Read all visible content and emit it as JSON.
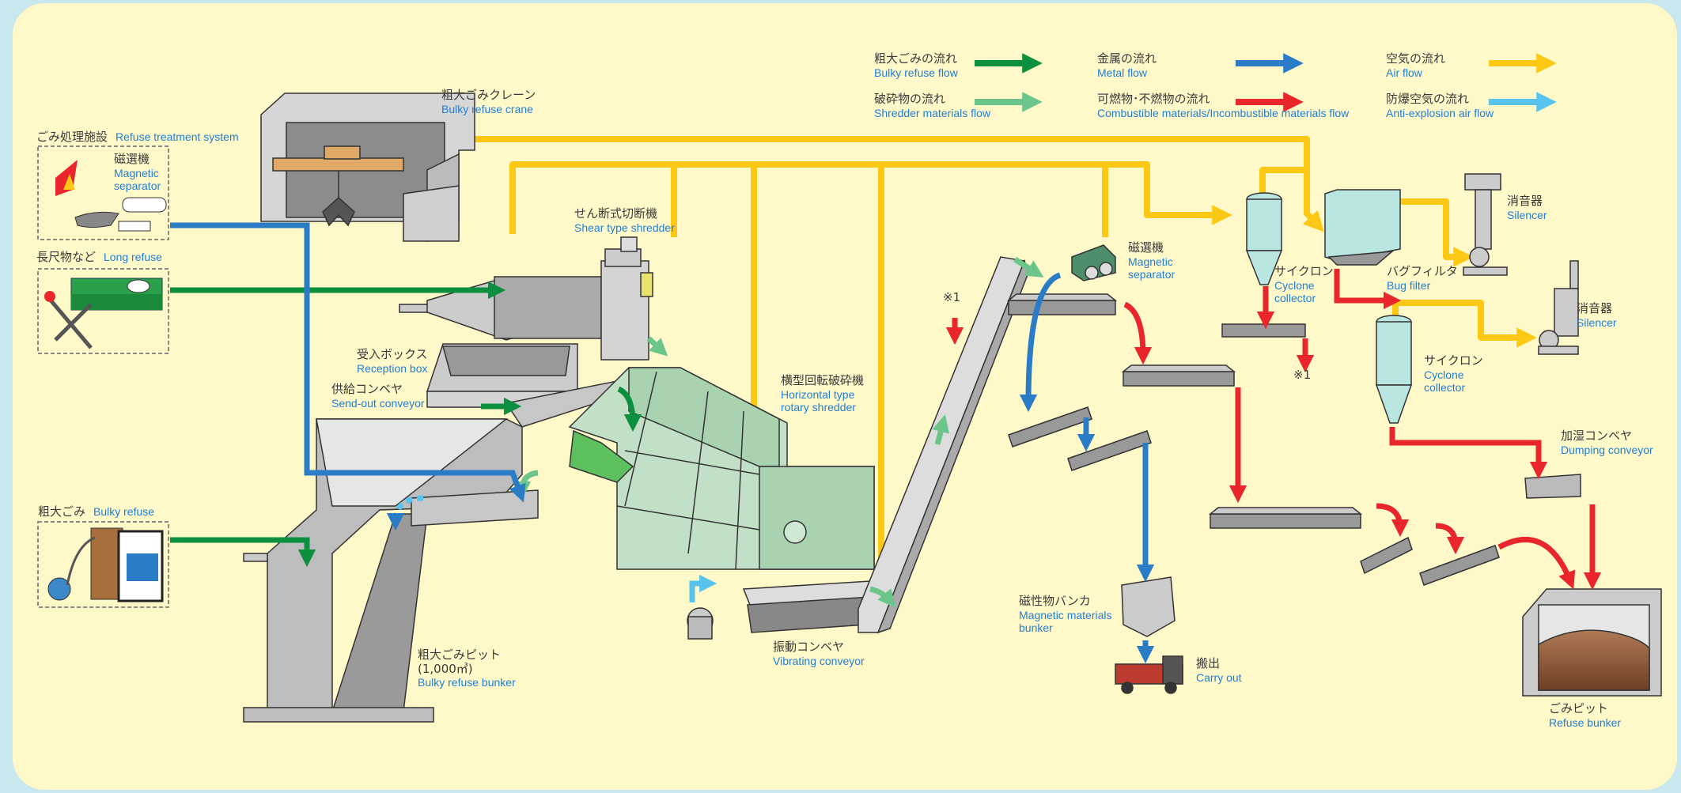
{
  "title": "",
  "colors": {
    "bulky": "#0c8f3e",
    "shredder": "#6cc58a",
    "metal": "#2b7cc7",
    "combustible": "#e8262b",
    "air": "#fdc813",
    "antiexplosion": "#58c3ec",
    "panel": "#fff8c9",
    "outer": "#c9e7ee"
  },
  "legend": [
    {
      "jp": "粗大ごみの流れ",
      "en": "Bulky refuse flow",
      "color": "#0c8f3e"
    },
    {
      "jp": "金属の流れ",
      "en": "Metal flow",
      "color": "#2b7cc7"
    },
    {
      "jp": "空気の流れ",
      "en": "Air flow",
      "color": "#fdc813"
    },
    {
      "jp": "破砕物の流れ",
      "en": "Shredder materials flow",
      "color": "#6cc58a"
    },
    {
      "jp": "可燃物･不燃物の流れ",
      "en": "Combustible materials/Incombustible materials flow",
      "color": "#e8262b"
    },
    {
      "jp": "防爆空気の流れ",
      "en": "Anti-explosion air flow",
      "color": "#58c3ec"
    }
  ],
  "labels": {
    "crane": {
      "jp": "粗大ごみクレーン",
      "en": "Bulky refuse crane"
    },
    "refuse_system": {
      "jp": "ごみ処理施設",
      "en": "Refuse treatment system"
    },
    "mag_sep_left": {
      "jp": "磁選機",
      "en1": "Magnetic",
      "en2": "separator"
    },
    "long_refuse": {
      "jp": "長尺物など",
      "en": "Long refuse"
    },
    "bulky_refuse": {
      "jp": "粗大ごみ",
      "en": "Bulky refuse"
    },
    "shear_shredder": {
      "jp": "せん断式切断機",
      "en": "Shear type shredder"
    },
    "reception_box": {
      "jp": "受入ボックス",
      "en": "Reception box"
    },
    "sendout_conveyor": {
      "jp": "供給コンベヤ",
      "en": "Send-out conveyor"
    },
    "rotary_shredder": {
      "jp": "横型回転破砕機",
      "en1": "Horizontal type",
      "en2": "rotary shredder"
    },
    "vibrating_conveyor": {
      "jp": "振動コンベヤ",
      "en": "Vibrating conveyor"
    },
    "bunker": {
      "jp1": "粗大ごみピット",
      "jp2": "(1,000㎥)",
      "en": "Bulky refuse bunker"
    },
    "mag_sep_right": {
      "jp": "磁選機",
      "en1": "Magnetic",
      "en2": "separator"
    },
    "note1": "※1",
    "note2": "※1",
    "magnetic_bunker": {
      "jp": "磁性物バンカ",
      "en1": "Magnetic materials",
      "en2": "bunker"
    },
    "carry_out": {
      "jp": "搬出",
      "en": "Carry out"
    },
    "cyclone1": {
      "jp": "サイクロン",
      "en1": "Cyclone",
      "en2": "collector"
    },
    "bug_filter": {
      "jp": "バグフィルタ",
      "en": "Bug filter"
    },
    "silencer1": {
      "jp": "消音器",
      "en": "Silencer"
    },
    "silencer2": {
      "jp": "消音器",
      "en": "Silencer"
    },
    "cyclone2": {
      "jp": "サイクロン",
      "en1": "Cyclone",
      "en2": "collector"
    },
    "dumping_conveyor": {
      "jp": "加湿コンベヤ",
      "en": "Dumping conveyor"
    },
    "refuse_bunker": {
      "jp": "ごみピット",
      "en": "Refuse bunker"
    }
  }
}
